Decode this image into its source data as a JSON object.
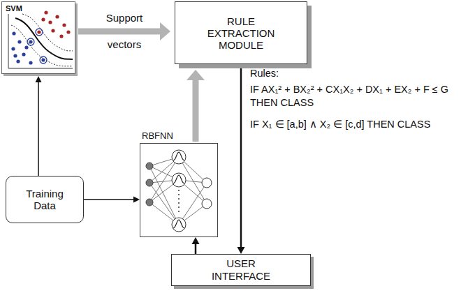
{
  "diagram": {
    "nodes": [
      {
        "text": [
          "SVM"
        ]
      },
      {
        "text": [
          "RULE EXTRACTION MODULE"
        ]
      },
      {
        "text": [
          "Training Data"
        ]
      },
      {
        "text": [
          "RBFNN"
        ]
      },
      {
        "text": [
          "USER INTERFACE"
        ]
      }
    ],
    "edges": [
      {
        "from": 0,
        "to": 1,
        "arrow": "to",
        "label": "Support vectors"
      },
      {
        "from": 2,
        "to": 0,
        "arrow": "to"
      },
      {
        "from": 2,
        "to": 3,
        "arrow": "to"
      },
      {
        "from": 3,
        "to": 1,
        "arrow": "to"
      },
      {
        "from": 1,
        "to": 4,
        "arrow": "to"
      },
      {
        "from": 4,
        "to": 3,
        "arrow": "to"
      }
    ],
    "labels": [
      "Rules:",
      "IF AX₁² + BX₂² + CX₁X₂ + DX₁ + EX₂ + F ≤ G THEN CLASS",
      "IF X₁ ∈ [a,b] ∧ X₂ ∈ [c,d] THEN CLASS"
    ]
  }
}
